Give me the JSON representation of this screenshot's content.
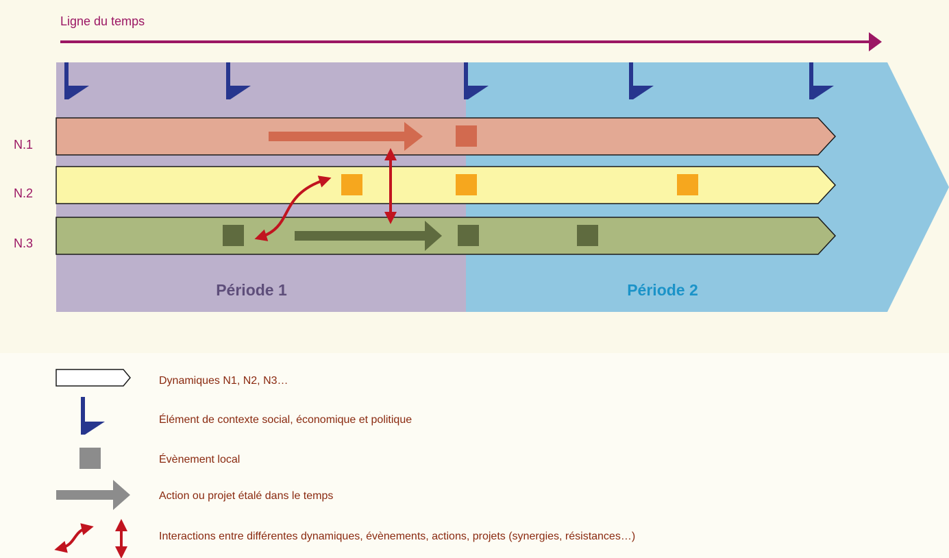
{
  "timeline": {
    "label": "Ligne du temps",
    "color": "#9b1764"
  },
  "periods": [
    {
      "label": "Période 1",
      "background": "#bcb1cc",
      "text_color": "#5e4e7a"
    },
    {
      "label": "Période 2",
      "background": "#90c7e1",
      "text_color": "#1b93c8"
    }
  ],
  "rows": [
    {
      "label": "N.1",
      "fill": "#e3a994"
    },
    {
      "label": "N.2",
      "fill": "#fbf6a6"
    },
    {
      "label": "N.3",
      "fill": "#abb97f"
    }
  ],
  "colors": {
    "flag": "#27368e",
    "event_n1": "#d26a4f",
    "event_n2": "#f6a71e",
    "event_n3": "#5f6b3f",
    "interaction": "#c1141f",
    "legend_gray": "#8c8c8c",
    "label_text": "#9b1764",
    "legend_text": "#8a2a10"
  },
  "legend": [
    {
      "icon": "dynamic-shape-icon",
      "text": "Dynamiques N1, N2, N3…"
    },
    {
      "icon": "flag-icon",
      "text": "Élément de contexte social, économique et politique"
    },
    {
      "icon": "square-icon",
      "text": "Évènement local"
    },
    {
      "icon": "arrow-right-icon",
      "text": "Action ou projet étalé dans le temps"
    },
    {
      "icon": "interaction-arrows-icon",
      "text": "Interactions entre différentes dynamiques, évènements, actions, projets (synergies, résistances…)"
    }
  ]
}
